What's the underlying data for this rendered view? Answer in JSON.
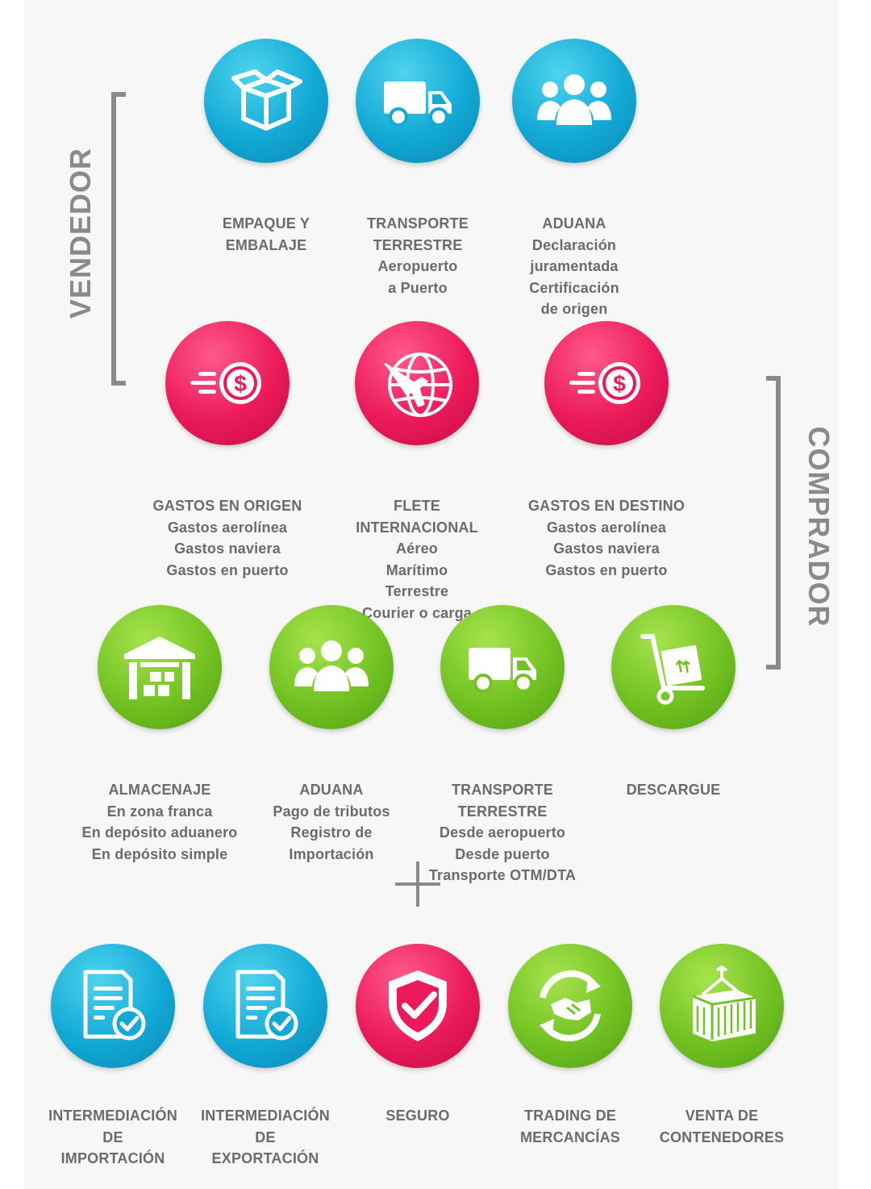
{
  "side_labels": {
    "seller": "VENDEDOR",
    "buyer": "COMPRADOR"
  },
  "colors": {
    "blue": "#12a9d6",
    "red": "#ec1a5a",
    "green": "#72c223",
    "text": "#6b6b6b",
    "bracket": "#8a8a8a"
  },
  "vendedor_services": [
    {
      "icon": "box-icon",
      "lines": [
        "EMPAQUE Y",
        "EMBALAJE"
      ]
    },
    {
      "icon": "truck-icon",
      "lines": [
        "TRANSPORTE",
        "TERRESTRE",
        "Aeropuerto",
        "a Puerto"
      ]
    },
    {
      "icon": "people-icon",
      "lines": [
        "ADUANA",
        "Declaración",
        "juramentada",
        "Certificación",
        "de origen"
      ]
    }
  ],
  "shared_services": [
    {
      "icon": "money-fast-icon",
      "lines": [
        "GASTOS EN ORIGEN",
        "Gastos aerolínea",
        "Gastos naviera",
        "Gastos en puerto"
      ]
    },
    {
      "icon": "globe-plane-icon",
      "lines": [
        "FLETE",
        "INTERNACIONAL",
        "Aéreo",
        "Marítimo",
        "Terrestre",
        "Courier o carga"
      ]
    },
    {
      "icon": "money-fast-icon",
      "lines": [
        "GASTOS EN DESTINO",
        "Gastos aerolínea",
        "Gastos naviera",
        "Gastos en puerto"
      ]
    }
  ],
  "comprador_services": [
    {
      "icon": "warehouse-icon",
      "lines": [
        "ALMACENAJE",
        "En zona franca",
        "En depósito aduanero",
        "En depósito simple"
      ]
    },
    {
      "icon": "people-icon",
      "lines": [
        "ADUANA",
        "Pago de tributos",
        "Registro de",
        "Importación"
      ]
    },
    {
      "icon": "truck-icon",
      "lines": [
        "TRANSPORTE",
        "TERRESTRE",
        "Desde aeropuerto",
        "Desde puerto",
        "Transporte OTM/DTA"
      ]
    },
    {
      "icon": "hand-truck-icon",
      "lines": [
        "DESCARGUE"
      ]
    }
  ],
  "extra_services": [
    {
      "icon": "document-check-icon",
      "lines": [
        "INTERMEDIACIÓN",
        "DE",
        "IMPORTACIÓN"
      ]
    },
    {
      "icon": "document-check-icon",
      "lines": [
        "INTERMEDIACIÓN",
        "DE",
        "EXPORTACIÓN"
      ]
    },
    {
      "icon": "shield-check-icon",
      "lines": [
        "SEGURO"
      ]
    },
    {
      "icon": "handshake-icon",
      "lines": [
        "TRADING DE",
        "MERCANCÍAS"
      ]
    },
    {
      "icon": "container-icon",
      "lines": [
        "VENTA DE",
        "CONTENEDORES"
      ]
    }
  ]
}
